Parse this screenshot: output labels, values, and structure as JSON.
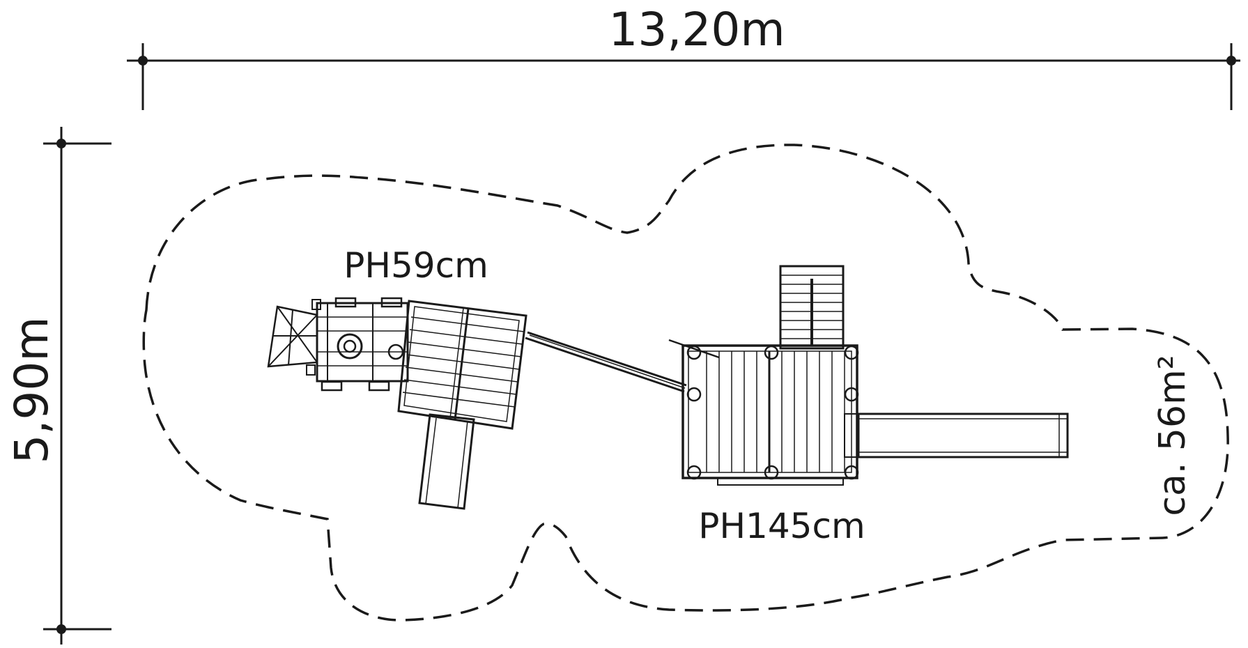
{
  "dimensions": {
    "width_label": "13,20m",
    "height_label": "5,90m"
  },
  "platforms": {
    "low_platform_label": "PH59cm",
    "high_platform_label": "PH145cm"
  },
  "safety_area": {
    "area_label": "ca. 56m²"
  },
  "colors": {
    "line": "#1a1a1a",
    "background": "#ffffff"
  }
}
